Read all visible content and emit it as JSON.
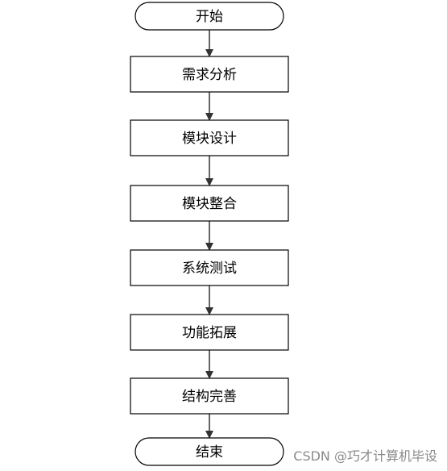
{
  "flowchart": {
    "nodes": [
      {
        "id": "start",
        "shape": "terminal",
        "label": "开始"
      },
      {
        "id": "requirements-analysis",
        "shape": "process",
        "label": "需求分析"
      },
      {
        "id": "module-design",
        "shape": "process",
        "label": "模块设计"
      },
      {
        "id": "module-integration",
        "shape": "process",
        "label": "模块整合"
      },
      {
        "id": "system-testing",
        "shape": "process",
        "label": "系统测试"
      },
      {
        "id": "feature-expansion",
        "shape": "process",
        "label": "功能拓展"
      },
      {
        "id": "structure-refinement",
        "shape": "process",
        "label": "结构完善"
      },
      {
        "id": "end",
        "shape": "terminal",
        "label": "结束"
      }
    ],
    "edges": [
      {
        "from": "start",
        "to": "requirements-analysis"
      },
      {
        "from": "requirements-analysis",
        "to": "module-design"
      },
      {
        "from": "module-design",
        "to": "module-integration"
      },
      {
        "from": "module-integration",
        "to": "system-testing"
      },
      {
        "from": "system-testing",
        "to": "feature-expansion"
      },
      {
        "from": "feature-expansion",
        "to": "structure-refinement"
      },
      {
        "from": "structure-refinement",
        "to": "end"
      }
    ],
    "colors": {
      "stroke": "#000000",
      "fill": "#ffffff",
      "arrow": "#333333"
    }
  },
  "watermark": {
    "text": "CSDN @巧才计算机毕设"
  }
}
